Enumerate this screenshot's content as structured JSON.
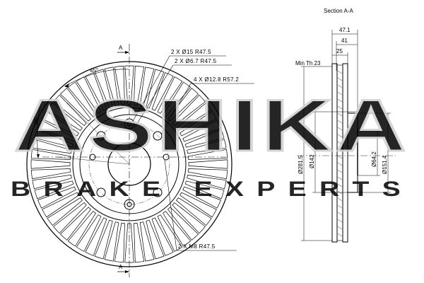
{
  "section_title": "Section A-A",
  "section_marks": {
    "top": "A",
    "bottom": "A"
  },
  "angles": {
    "horizontal": "45°",
    "vertical": "45°"
  },
  "callouts": {
    "holes_15": "2 X Ø15 R47.5",
    "holes_6_7": "2 X Ø6.7 R47.5",
    "holes_12_8": "4 X Ø12.8 R57.2",
    "threads_m8": "2 X M8 R47.5"
  },
  "section": {
    "width_overall": "47.1",
    "width_hat": "41",
    "thickness": "25",
    "min_thickness_label": "Min Th 23",
    "dia_outer": "Ø281.5",
    "dia_inner_ring": "Ø142",
    "dia_center_bore": "Ø64.2",
    "dia_hat": "Ø151.4"
  },
  "watermark": {
    "logo": "ASHIKA",
    "tagline": "BRAKE EXPERTS"
  }
}
